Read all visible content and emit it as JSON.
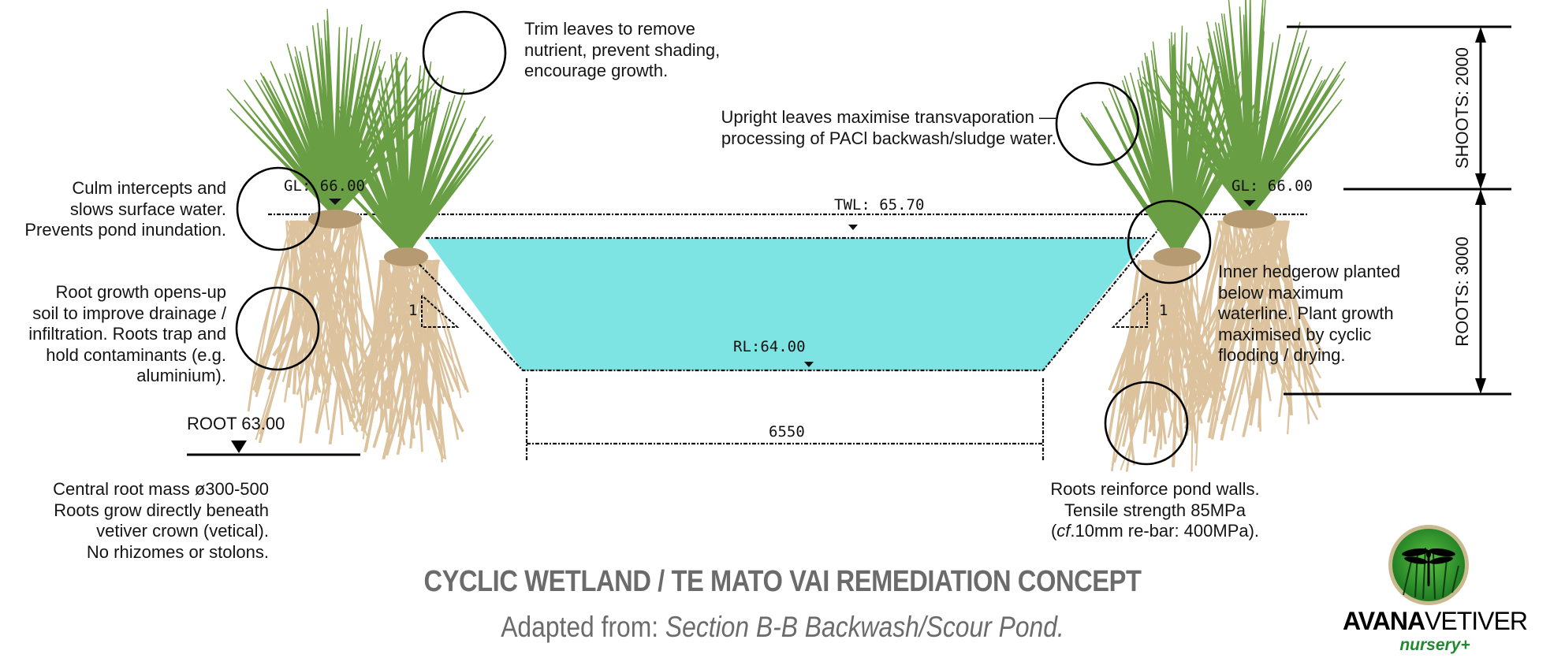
{
  "notes": {
    "trim": "Trim leaves to remove\nnutrient, prevent shading,\nencourage growth.",
    "upright": "Upright leaves maximise transvaporation —\nprocessing of PACl backwash/sludge water.",
    "culm": "Culm intercepts and\nslows surface water.\nPrevents pond inundation.",
    "root_growth": "Root growth opens-up\nsoil to improve drainage /\ninfiltration. Roots trap and\nhold contaminants (e.g.\naluminium).",
    "central_root": "Central root mass ø300-500\nRoots grow directly beneath\nvetiver crown (vetical).\nNo rhizomes or stolons.",
    "inner_hedgerow": "Inner hedgerow planted\nbelow maximum\nwaterline. Plant growth\nmaximised by cyclic\nflooding / drying.",
    "reinforce_line1": "Roots reinforce pond walls.",
    "reinforce_line2": "Tensile strength 85MPa",
    "reinforce_cf": "cf",
    "reinforce_line3": ".10mm re-bar: 400MPa)."
  },
  "levels": {
    "gl_left": "GL: 66.00",
    "gl_right": "GL: 66.00",
    "twl": "TWL: 65.70",
    "rl": "RL:64.00",
    "width": "6550",
    "root": "ROOT 63.00",
    "slope_left": "1",
    "slope_right": "1"
  },
  "dimensions": {
    "shoots": "SHOOTS: 2000",
    "roots": "ROOTS: 3000"
  },
  "title": {
    "main": "CYCLIC WETLAND / TE MATO VAI REMEDIATION CONCEPT",
    "sub_prefix": "Adapted from: ",
    "sub_italic": "Section B-B Backwash/Scour Pond."
  },
  "brand": {
    "name_bold": "AVANA",
    "name_light": "VETIVER",
    "sub": "nursery+"
  },
  "colors": {
    "water": "#7de3e3",
    "grass": "#6a9e44",
    "grass_dark": "#2f8a3a",
    "roots": "#dcc39e",
    "title": "#6b6b6b",
    "logo_green": "#2e9a34",
    "logo_ring": "#c8b98e"
  }
}
